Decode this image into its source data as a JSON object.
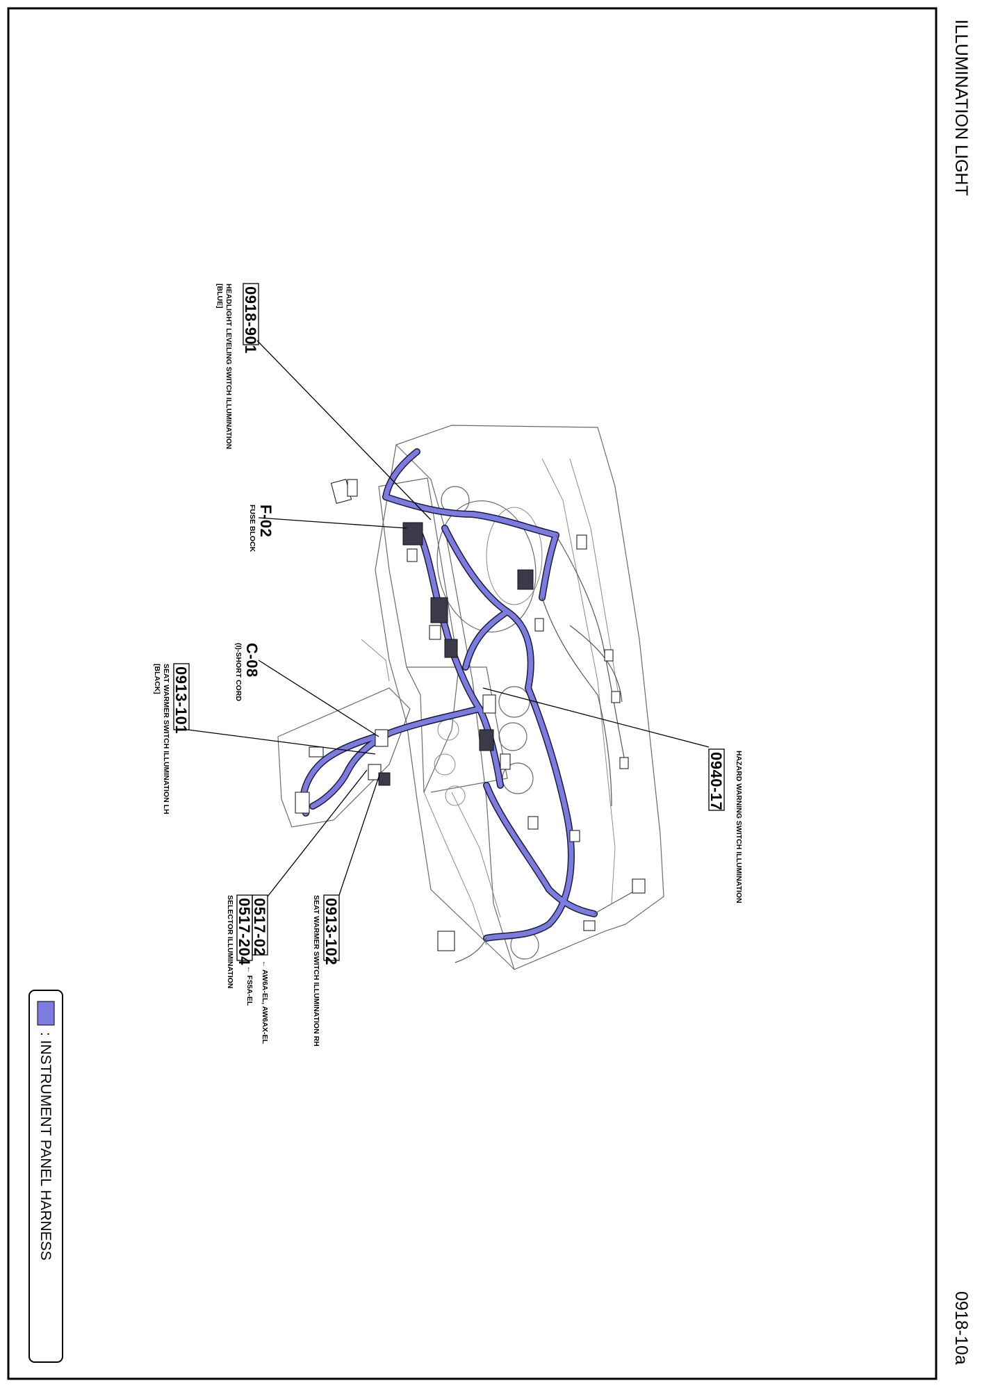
{
  "page": {
    "title": "ILLUMINATION LIGHT",
    "page_number": "0918-10a"
  },
  "legend": {
    "label": ": INSTRUMENT PANEL HARNESS",
    "swatch_color": "#7b7be0"
  },
  "colors": {
    "harness": "#7b7be0",
    "outline": "#6a6a6a",
    "border": "#000000"
  },
  "callouts": {
    "c0918_901": {
      "code": "0918-901",
      "desc": "HEADLIGHT LEVELING SWITCH ILLUMINATION",
      "note": "[BLUE]"
    },
    "f02": {
      "code": "F-02",
      "desc": "FUSE BLOCK"
    },
    "c08": {
      "code": "C-08",
      "desc": "(I)-SHORT CORD"
    },
    "c0913_101": {
      "code": "0913-101",
      "desc": "SEAT WARMER SWITCH ILLUMINATION LH",
      "note": "[BLACK]"
    },
    "c0940_17": {
      "code": "0940-17",
      "desc": "HAZARD WARNING SWITCH ILLUMINATION"
    },
    "c0913_102": {
      "code": "0913-102",
      "desc": "SEAT WARMER SWITCH ILLUMINATION RH"
    },
    "c0517_02": {
      "code": "0517-02",
      "note": "← AW6A-EL, AW6AX-EL"
    },
    "c0517_204": {
      "code": "0517-204",
      "note": "← FS5A-EL"
    },
    "selector": {
      "desc": "SELECTOR ILLUMINATION"
    }
  }
}
